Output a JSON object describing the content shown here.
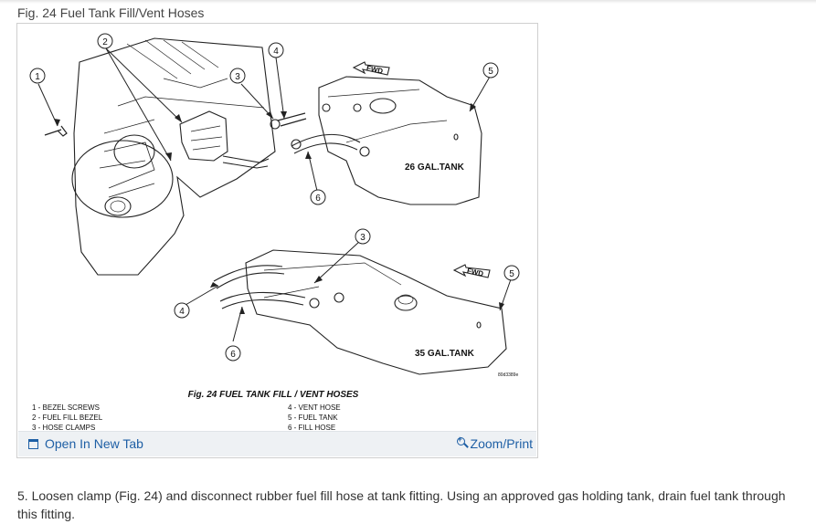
{
  "page": {
    "figure_heading": "Fig. 24 Fuel Tank Fill/Vent Hoses"
  },
  "figure": {
    "caption": "Fig. 24 FUEL TANK FILL / VENT HOSES",
    "tank_upper_label": "26 GAL.TANK",
    "tank_lower_label": "35 GAL.TANK",
    "fwd_label": "FWD",
    "part_code": "80d3389e",
    "callouts": [
      "1",
      "2",
      "3",
      "4",
      "5",
      "6"
    ],
    "legend_left": [
      "1 - BEZEL SCREWS",
      "2 - FUEL FILL BEZEL",
      "3 - HOSE CLAMPS"
    ],
    "legend_right": [
      "4 - VENT HOSE",
      "5 - FUEL TANK",
      "6 - FILL HOSE"
    ]
  },
  "footer": {
    "open_tab_label": "Open In New Tab",
    "zoom_label": "Zoom/Print",
    "icons": {
      "open_tab": "window-icon",
      "zoom": "magnifier-plus-icon"
    }
  },
  "instruction": "5. Loosen clamp (Fig. 24) and disconnect rubber fuel fill hose at tank fitting. Using an approved gas holding tank, drain fuel tank through this fitting.",
  "colors": {
    "link": "#1e5fa5",
    "footer_bg": "#eef1f4",
    "border": "#cfcfcf"
  }
}
